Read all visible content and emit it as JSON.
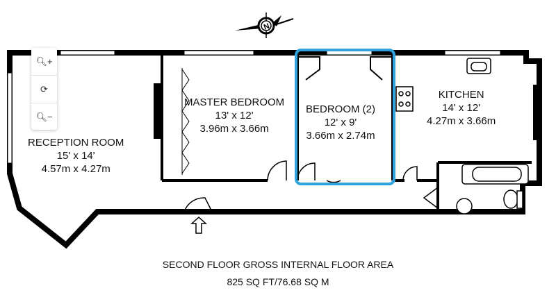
{
  "rooms": {
    "reception": {
      "name": "RECEPTION ROOM",
      "imperial": "15' x 14'",
      "metric": "4.57m x 4.27m"
    },
    "master": {
      "name": "MASTER BEDROOM",
      "imperial": "13' x 12'",
      "metric": "3.96m x 3.66m"
    },
    "bedroom2": {
      "name": "BEDROOM (2)",
      "imperial": "12' x 9'",
      "metric": "3.66m x 2.74m"
    },
    "kitchen": {
      "name": "KITCHEN",
      "imperial": "14' x 12'",
      "metric": "4.27m x 3.66m"
    }
  },
  "caption": {
    "title": "SECOND FLOOR GROSS INTERNAL FLOOR AREA",
    "area": "825 SQ FT/76.68 SQ M"
  },
  "compass": {
    "letter": "N"
  },
  "colors": {
    "highlight": "#2ea3dc",
    "wall": "#000000"
  }
}
